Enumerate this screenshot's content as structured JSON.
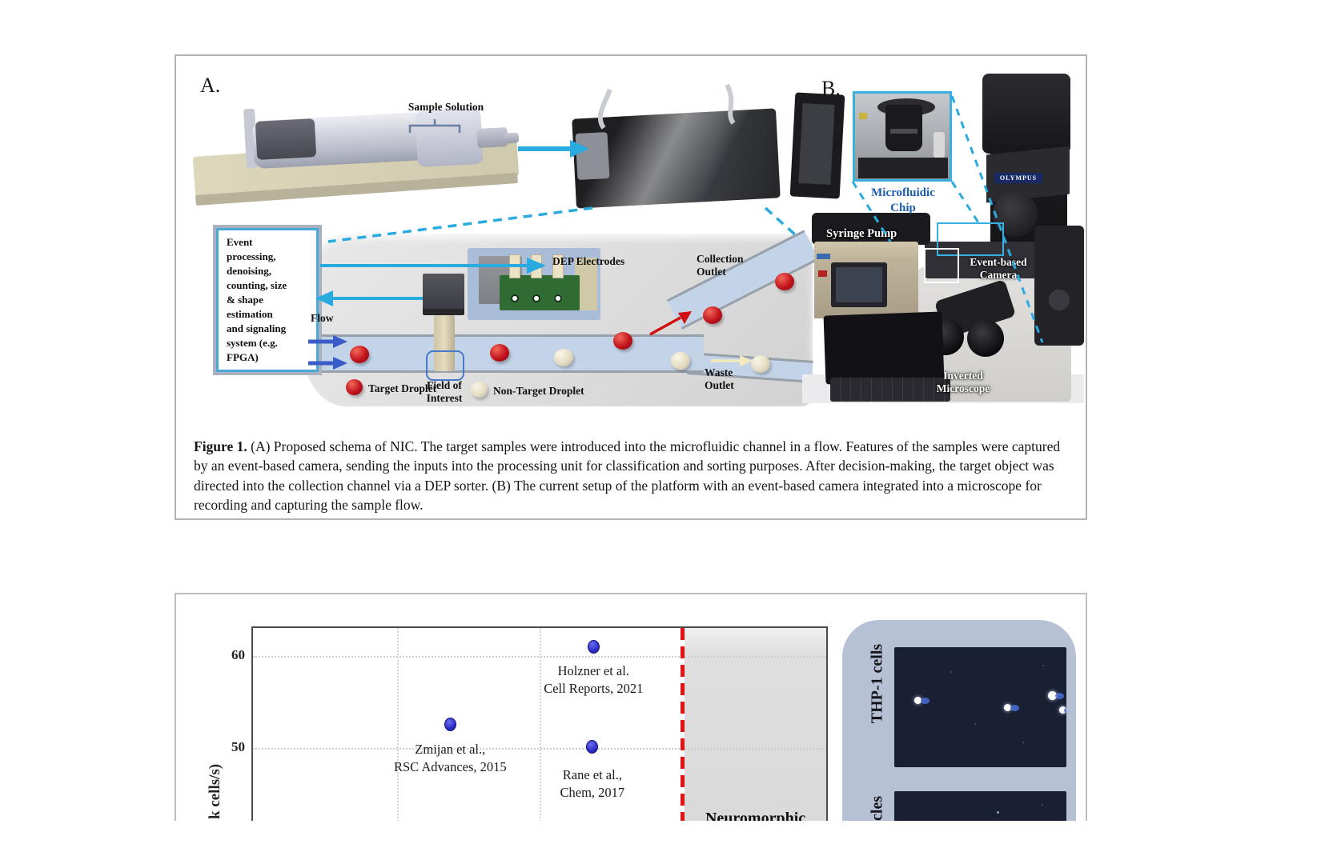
{
  "figure1": {
    "panel_a": {
      "label": "A.",
      "sample_solution": "Sample Solution",
      "event_box_lines": [
        "Event",
        "processing,",
        "denoising,",
        "counting, size",
        "& shape",
        "estimation",
        "and signaling",
        "system (e.g.",
        "FPGA)"
      ],
      "dep_electrodes": "DEP Electrodes",
      "flow": "Flow",
      "field_of_interest": [
        "Field of",
        "Interest"
      ],
      "collection_outlet": [
        "Collection",
        "Outlet"
      ],
      "waste_outlet": [
        "Waste",
        "Outlet"
      ],
      "legend": {
        "target": "Target Droplet",
        "non_target": "Non-Target Droplet"
      }
    },
    "panel_b": {
      "label": "B.",
      "microfluidic_chip": [
        "Microfluidic",
        "Chip"
      ],
      "syringe_pump": "Syringe Pump",
      "event_based_camera": [
        "Event-based",
        "Camera"
      ],
      "inverted_microscope": [
        "Inverted",
        "Microscope"
      ],
      "brand": "OLYMPUS"
    },
    "caption": {
      "bold": "Figure 1.",
      "text": " (A) Proposed schema of NIC. The target samples were introduced into the microfluidic channel in a flow. Features of the samples were captured by an event-based camera, sending the inputs into the processing unit for classification and sorting purposes. After decision-making, the target object was directed into the collection channel via a DEP sorter. (B) The current setup of the platform with an event-based camera integrated into a microscope for recording and capturing the sample flow."
    }
  },
  "figure2": {
    "ylabel_partial": "k cells/s)",
    "side_panel": {
      "top_label": "THP-1 cells",
      "bottom_label_partial": "ticles"
    }
  },
  "chart_data": {
    "type": "scatter",
    "title": "",
    "ylabel": "k cells/s)",
    "yticks": [
      60,
      50
    ],
    "ylim_visible": [
      46,
      63
    ],
    "grid": true,
    "x_gridlines_frac": [
      0.251,
      0.5
    ],
    "marker_color": "#2d2dc8",
    "points": [
      {
        "name": "Holzner et al.",
        "source": "Cell Reports, 2021",
        "y": 61.0,
        "x_frac": 0.594,
        "label_y": 59.3
      },
      {
        "name": "Zmijan et al.,",
        "source": "RSC Advances, 2015",
        "y": 52.6,
        "x_frac": 0.344,
        "label_y": 50.8
      },
      {
        "name": "Rane et al.,",
        "source": "Chem, 2017",
        "y": 50.1,
        "x_frac": 0.592,
        "label_y": 48.0
      }
    ],
    "vline": {
      "style": "dashed",
      "color": "#e51212",
      "x_frac": 0.749
    },
    "shaded_region": {
      "from_x_frac": 0.753,
      "to_x_frac": 1.0,
      "label": "Neuromorphic",
      "color": "#dadada"
    }
  }
}
